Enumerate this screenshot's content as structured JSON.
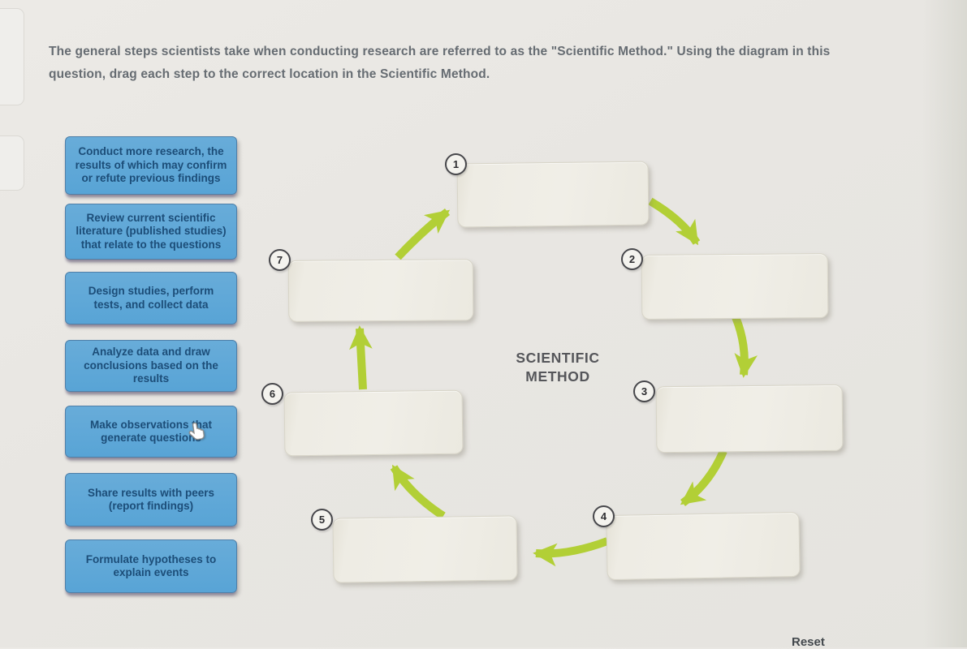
{
  "instructions_lines": [
    "The general steps scientists take when conducting research are referred to as the \"Scientific Method.\" Using the diagram in this",
    "question, drag each step to the correct location in the Scientific Method."
  ],
  "cards": [
    {
      "label": "Conduct more research, the results of which may confirm or refute previous findings"
    },
    {
      "label": "Review current scientific literature (published studies) that relate to the questions"
    },
    {
      "label": "Design studies, perform tests, and collect data"
    },
    {
      "label": "Analyze data and draw conclusions based on the results"
    },
    {
      "label": "Make observations that generate questions"
    },
    {
      "label": "Share results with peers (report findings)"
    },
    {
      "label": "Formulate hypotheses to explain events"
    }
  ],
  "diagram": {
    "title_lines": [
      "SCIENTIFIC",
      "METHOD"
    ],
    "slots": [
      {
        "number": "1"
      },
      {
        "number": "2"
      },
      {
        "number": "3"
      },
      {
        "number": "4"
      },
      {
        "number": "5"
      },
      {
        "number": "6"
      },
      {
        "number": "7"
      }
    ],
    "flow": "1>2>3>4>5>6>7>1"
  },
  "footer": {
    "reset_label": "Reset"
  },
  "cursor": {
    "icon": "hand-cursor-icon"
  },
  "colors": {
    "background": "#e8e6e2",
    "card_blue": "#5ba6d7",
    "card_text": "#1c4d78",
    "slot_fill": "#eeece4",
    "arrow_green": "#b2cf36",
    "badge_ring": "#47474b",
    "title_gray": "#55565a"
  }
}
